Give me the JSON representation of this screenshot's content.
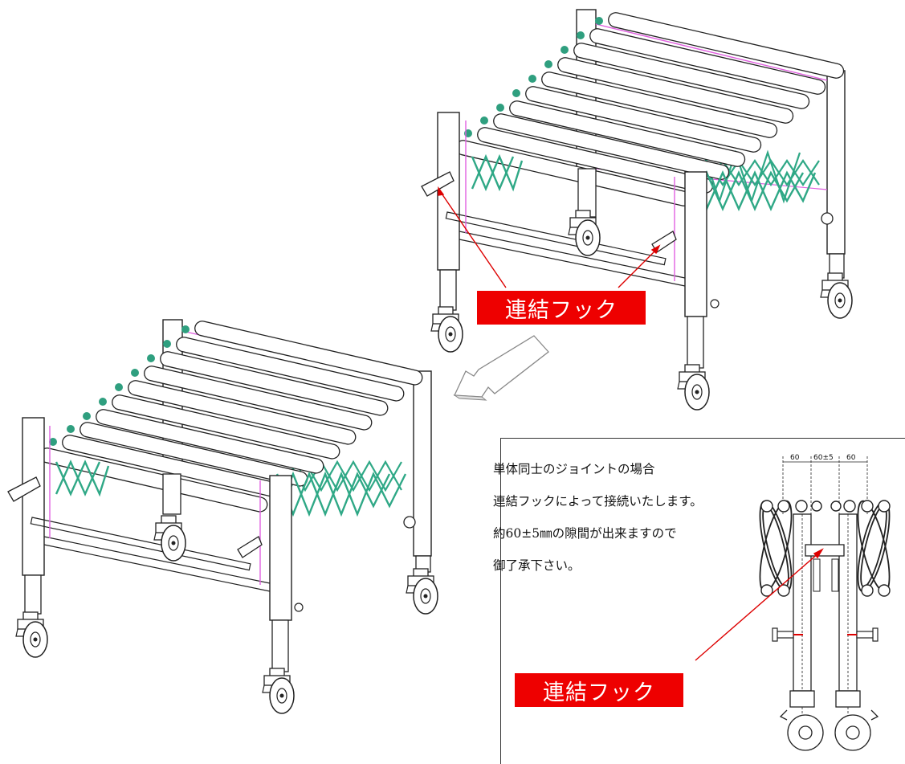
{
  "labels": {
    "hook_top": "連結フック",
    "hook_bottom": "連結フック"
  },
  "note": {
    "lines": [
      "単体同士のジョイントの場合",
      "連結フックによって接続いたします。",
      "約60±5㎜の隙間が出来ますので",
      "御了承下さい。"
    ]
  },
  "dimensions": [
    "60",
    "60±5",
    "60"
  ],
  "colors": {
    "label_bg": "#ee0000",
    "arrow": "#dd0000",
    "frame_magenta": "#e060e0",
    "scissor_green": "#2fa886",
    "roller_teal": "#2f9f7f"
  },
  "icons": [
    "direction-arrow-icon"
  ]
}
